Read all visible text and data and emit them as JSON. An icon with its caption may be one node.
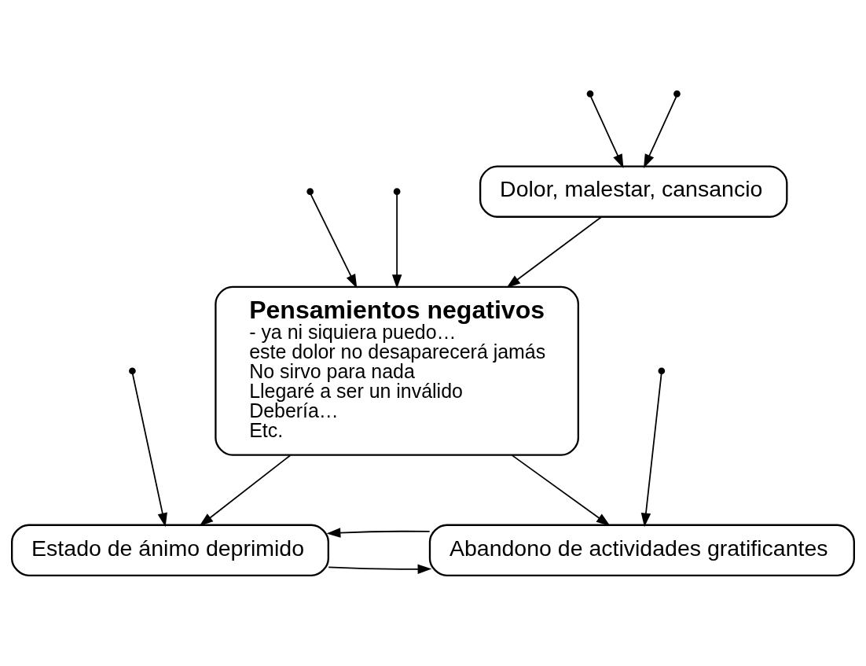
{
  "diagram": {
    "nodes": [
      {
        "text": [
          "Dolor, malestar, cansancio"
        ]
      },
      {
        "text": [
          "Pensamientos negativos",
          "- ya ni siquiera puedo…",
          "este dolor no desaparecerá jamás",
          "No sirvo para nada",
          "Llegaré a ser un inválido",
          "Debería…",
          "Etc."
        ]
      },
      {
        "text": [
          "Estado de ánimo deprimido"
        ]
      },
      {
        "text": [
          "Abandono de actividades gratificantes"
        ]
      }
    ],
    "edges": [
      {
        "from": 0,
        "to": 1,
        "arrow": "to"
      },
      {
        "from": 1,
        "to": 2,
        "arrow": "to"
      },
      {
        "from": 1,
        "to": 3,
        "arrow": "to"
      },
      {
        "from": 2,
        "to": 3,
        "arrow": "to"
      },
      {
        "from": 3,
        "to": 2,
        "arrow": "to"
      },
      {
        "from": null,
        "to": 0,
        "arrow": "to"
      },
      {
        "from": null,
        "to": 1,
        "arrow": "to"
      },
      {
        "from": null,
        "to": 2,
        "arrow": "to"
      },
      {
        "from": null,
        "to": 0,
        "arrow": "to"
      },
      {
        "from": null,
        "to": 1,
        "arrow": "to"
      },
      {
        "from": null,
        "to": 3,
        "arrow": "to"
      }
    ]
  }
}
